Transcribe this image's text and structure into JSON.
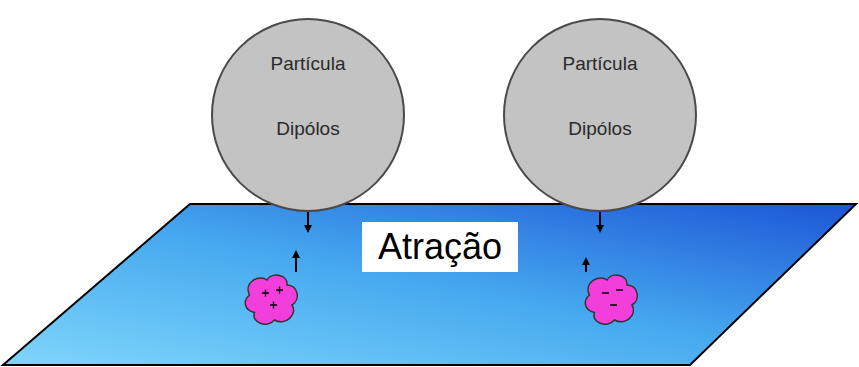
{
  "diagram": {
    "nodes": [
      {
        "text": [
          "Partícula",
          "Dipólos"
        ]
      },
      {
        "text": [
          "Partícula",
          "Dipólos"
        ]
      },
      {
        "text": [
          "Atração"
        ]
      }
    ]
  }
}
